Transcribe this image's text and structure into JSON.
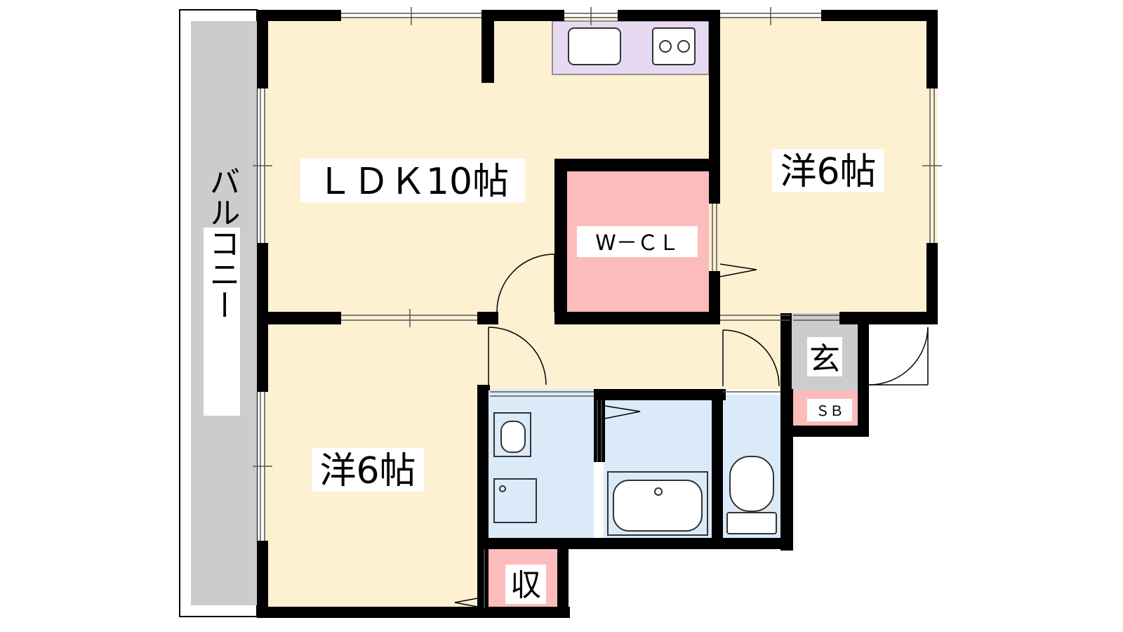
{
  "rooms": {
    "ldk": {
      "label": "ＬＤＫ10帖",
      "color": "#fdf1d2"
    },
    "western_room_right": {
      "label": "洋6帖",
      "color": "#fdf1d2"
    },
    "western_room_left": {
      "label": "洋6帖",
      "color": "#fdf1d2"
    },
    "walk_in_closet": {
      "label": "W－ＣＬ",
      "color": "#fdbcbc"
    },
    "balcony": {
      "label": "バルコニー",
      "color": "#cccccc"
    },
    "entrance": {
      "label": "玄",
      "color": "#cccccc"
    },
    "shoe_box": {
      "label": "ＳＢ",
      "color": "#fdbcbc"
    },
    "storage": {
      "label": "収",
      "color": "#fdbcbc"
    },
    "wet_area": {
      "color": "#dbeaf9"
    },
    "kitchen_counter": {
      "color": "#e6d9f1"
    }
  }
}
